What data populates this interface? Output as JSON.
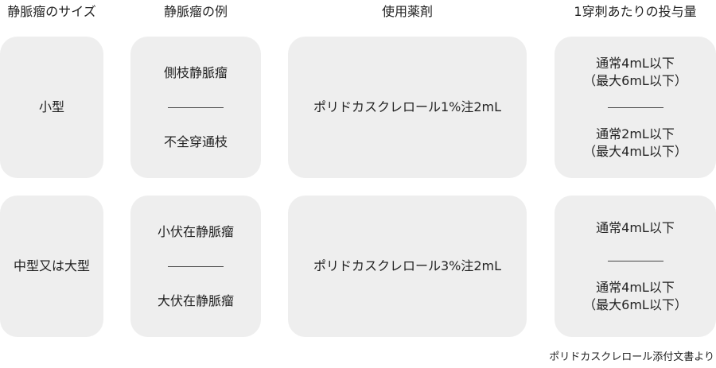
{
  "headers": {
    "size": "静脈瘤のサイズ",
    "example": "静脈瘤の例",
    "drug": "使用薬剤",
    "dose": "1穿刺あたりの投与量"
  },
  "rows": [
    {
      "size": "小型",
      "examples": [
        "側枝静脈瘤",
        "不全穿通枝"
      ],
      "drug": "ポリドカスクレロール1%注2mL",
      "doses": [
        {
          "line1": "通常4mL以下",
          "line2": "（最大6mL以下）"
        },
        {
          "line1": "通常2mL以下",
          "line2": "（最大4mL以下）"
        }
      ]
    },
    {
      "size": "中型又は大型",
      "examples": [
        "小伏在静脈瘤",
        "大伏在静脈瘤"
      ],
      "drug": "ポリドカスクレロール3%注2mL",
      "doses": [
        {
          "line1": "通常4mL以下",
          "line2": ""
        },
        {
          "line1": "通常4mL以下",
          "line2": "（最大6mL以下）"
        }
      ]
    }
  ],
  "footer": "ポリドカスクレロール添付文書より"
}
